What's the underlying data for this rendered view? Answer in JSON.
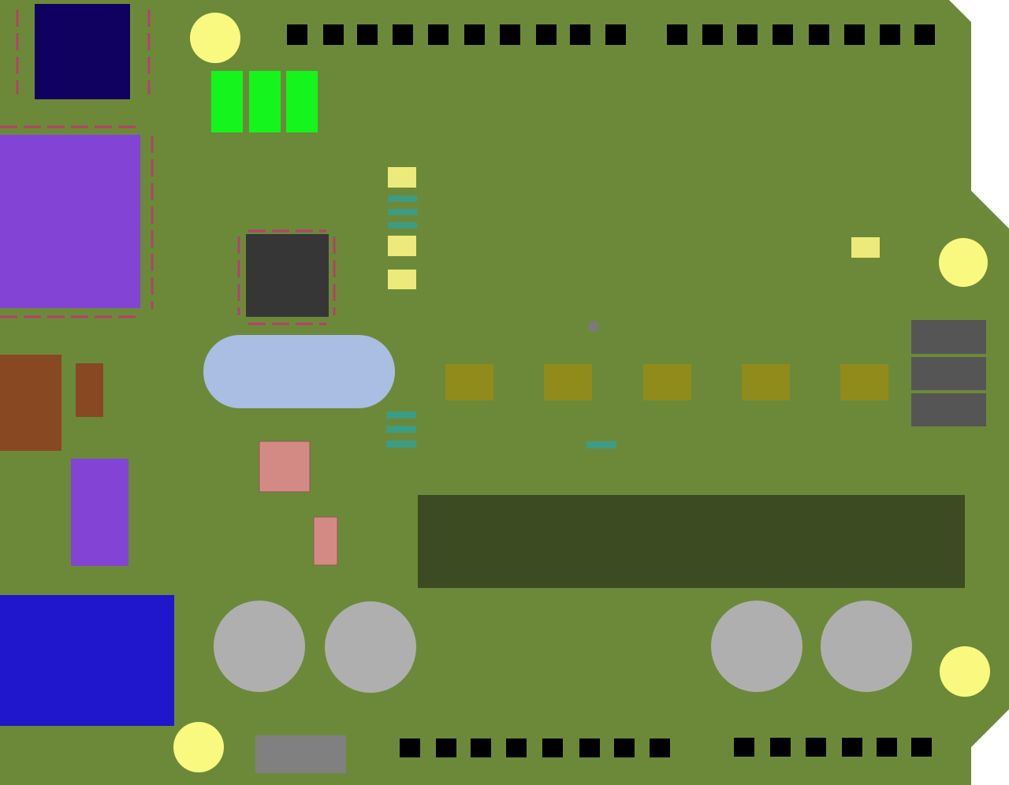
{
  "diagram": {
    "kind": "circuit-board-layout",
    "colors": {
      "board": "#6c893a",
      "header_pin": "#000000",
      "mounting_hole": "#f9f97f",
      "usb_connector": "#100060",
      "power_jack_block": "#8344d6",
      "power_jack": "#2016cc",
      "microcontroller": "#363636",
      "crystal": "#aabde2",
      "green_leds": "#14f51e",
      "chip_socket": "#3c4b22",
      "capacitor": "#afafaf",
      "icsp_block": "#555555",
      "gray_component": "#808080"
    },
    "counts": {
      "top_header_left_pins": 10,
      "top_header_right_pins": 8,
      "bottom_header_left_pins": 8,
      "bottom_header_right_pins": 6,
      "mounting_holes": 4,
      "capacitors": 4
    }
  }
}
